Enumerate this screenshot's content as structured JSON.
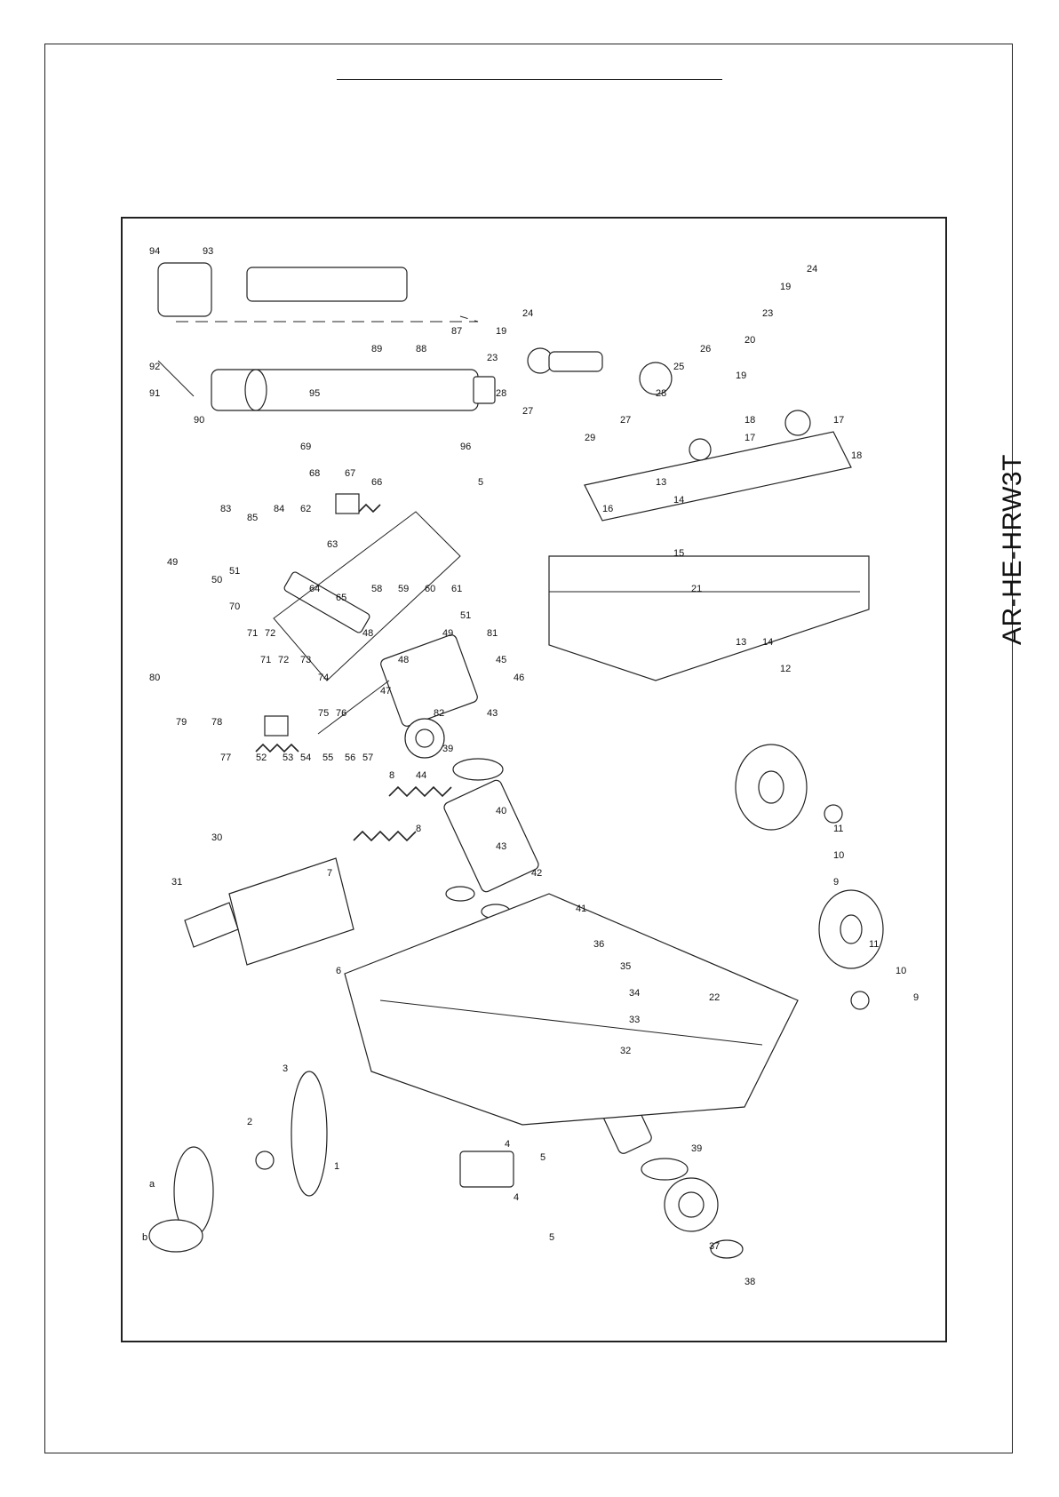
{
  "document": {
    "model_title": "AR-HE-HRW3T",
    "variant_labels": [
      "a",
      "b"
    ]
  },
  "callouts": [
    {
      "id": "c-1",
      "label": "1"
    },
    {
      "id": "c-a",
      "label": "a"
    },
    {
      "id": "c-b",
      "label": "b"
    },
    {
      "id": "c-2",
      "label": "2"
    },
    {
      "id": "c-3",
      "label": "3"
    },
    {
      "id": "c-4a",
      "label": "4"
    },
    {
      "id": "c-5a",
      "label": "5"
    },
    {
      "id": "c-6",
      "label": "6"
    },
    {
      "id": "c-7",
      "label": "7"
    },
    {
      "id": "c-8a",
      "label": "8"
    },
    {
      "id": "c-8b",
      "label": "8"
    },
    {
      "id": "c-4b",
      "label": "4"
    },
    {
      "id": "c-5b",
      "label": "5"
    },
    {
      "id": "c-30",
      "label": "30"
    },
    {
      "id": "c-31a",
      "label": "31"
    },
    {
      "id": "c-32a",
      "label": "32"
    },
    {
      "id": "c-33",
      "label": "33"
    },
    {
      "id": "c-34",
      "label": "34"
    },
    {
      "id": "c-35",
      "label": "35"
    },
    {
      "id": "c-36a",
      "label": "36"
    },
    {
      "id": "c-37",
      "label": "37"
    },
    {
      "id": "c-38",
      "label": "38"
    },
    {
      "id": "c-39a",
      "label": "39"
    },
    {
      "id": "c-41",
      "label": "41"
    },
    {
      "id": "c-42",
      "label": "42"
    },
    {
      "id": "c-43a",
      "label": "43"
    },
    {
      "id": "c-40",
      "label": "40"
    },
    {
      "id": "c-44",
      "label": "44"
    },
    {
      "id": "c-39b",
      "label": "39"
    },
    {
      "id": "c-82",
      "label": "82"
    },
    {
      "id": "c-43b",
      "label": "43"
    },
    {
      "id": "c-46",
      "label": "46"
    },
    {
      "id": "c-47",
      "label": "47"
    },
    {
      "id": "c-48a",
      "label": "48"
    },
    {
      "id": "c-45",
      "label": "45"
    },
    {
      "id": "c-81",
      "label": "81"
    },
    {
      "id": "c-49a",
      "label": "49"
    },
    {
      "id": "c-48b",
      "label": "48"
    },
    {
      "id": "c-57",
      "label": "57"
    },
    {
      "id": "c-56a",
      "label": "56"
    },
    {
      "id": "c-55",
      "label": "55"
    },
    {
      "id": "c-54",
      "label": "54"
    },
    {
      "id": "c-53",
      "label": "53"
    },
    {
      "id": "c-52",
      "label": "52"
    },
    {
      "id": "c-77",
      "label": "77"
    },
    {
      "id": "c-78",
      "label": "78"
    },
    {
      "id": "c-79",
      "label": "79"
    },
    {
      "id": "c-80",
      "label": "80"
    },
    {
      "id": "c-76",
      "label": "76"
    },
    {
      "id": "c-75",
      "label": "75"
    },
    {
      "id": "c-74",
      "label": "74"
    },
    {
      "id": "c-73",
      "label": "73"
    },
    {
      "id": "c-72a",
      "label": "72"
    },
    {
      "id": "c-71a",
      "label": "71"
    },
    {
      "id": "c-72b",
      "label": "72"
    },
    {
      "id": "c-71b",
      "label": "71"
    },
    {
      "id": "c-70",
      "label": "70"
    },
    {
      "id": "c-50",
      "label": "50"
    },
    {
      "id": "c-51a",
      "label": "51"
    },
    {
      "id": "c-49b",
      "label": "49"
    },
    {
      "id": "c-83",
      "label": "83"
    },
    {
      "id": "c-85",
      "label": "85"
    },
    {
      "id": "c-84",
      "label": "84"
    },
    {
      "id": "c-62",
      "label": "62"
    },
    {
      "id": "c-63",
      "label": "63"
    },
    {
      "id": "c-64",
      "label": "64"
    },
    {
      "id": "c-65",
      "label": "65"
    },
    {
      "id": "c-58",
      "label": "58"
    },
    {
      "id": "c-59",
      "label": "59"
    },
    {
      "id": "c-60",
      "label": "60"
    },
    {
      "id": "c-61",
      "label": "61"
    },
    {
      "id": "c-51b",
      "label": "51"
    },
    {
      "id": "c-66",
      "label": "66"
    },
    {
      "id": "c-67",
      "label": "67"
    },
    {
      "id": "c-68",
      "label": "68"
    },
    {
      "id": "c-69",
      "label": "69"
    },
    {
      "id": "c-95",
      "label": "95"
    },
    {
      "id": "c-96",
      "label": "96"
    },
    {
      "id": "c-89",
      "label": "89"
    },
    {
      "id": "c-88",
      "label": "88"
    },
    {
      "id": "c-87",
      "label": "87"
    },
    {
      "id": "c-5c",
      "label": "5"
    },
    {
      "id": "c-91",
      "label": "91"
    },
    {
      "id": "c-92",
      "label": "92"
    },
    {
      "id": "c-90",
      "label": "90"
    },
    {
      "id": "c-94",
      "label": "94"
    },
    {
      "id": "c-93",
      "label": "93"
    },
    {
      "id": "c-22",
      "label": "22"
    },
    {
      "id": "c-9a",
      "label": "9"
    },
    {
      "id": "c-10a",
      "label": "10"
    },
    {
      "id": "c-11a",
      "label": "11"
    },
    {
      "id": "c-14a",
      "label": "14"
    },
    {
      "id": "c-13a",
      "label": "13"
    },
    {
      "id": "c-12",
      "label": "12"
    },
    {
      "id": "c-9b",
      "label": "9"
    },
    {
      "id": "c-10b",
      "label": "10"
    },
    {
      "id": "c-11b",
      "label": "11"
    },
    {
      "id": "c-15",
      "label": "15"
    },
    {
      "id": "c-21",
      "label": "21"
    },
    {
      "id": "c-13b",
      "label": "13"
    },
    {
      "id": "c-14b",
      "label": "14"
    },
    {
      "id": "c-16",
      "label": "16"
    },
    {
      "id": "c-17a",
      "label": "17"
    },
    {
      "id": "c-18a",
      "label": "18"
    },
    {
      "id": "c-17b",
      "label": "17"
    },
    {
      "id": "c-18b",
      "label": "18"
    },
    {
      "id": "c-23a",
      "label": "23"
    },
    {
      "id": "c-19a",
      "label": "19"
    },
    {
      "id": "c-24a",
      "label": "24"
    },
    {
      "id": "c-28a",
      "label": "28"
    },
    {
      "id": "c-27a",
      "label": "27"
    },
    {
      "id": "c-29",
      "label": "29"
    },
    {
      "id": "c-27b",
      "label": "27"
    },
    {
      "id": "c-28b",
      "label": "28"
    },
    {
      "id": "c-25",
      "label": "25"
    },
    {
      "id": "c-26",
      "label": "26"
    },
    {
      "id": "c-19b",
      "label": "19"
    },
    {
      "id": "c-20",
      "label": "20"
    },
    {
      "id": "c-23b",
      "label": "23"
    },
    {
      "id": "c-19c",
      "label": "19"
    },
    {
      "id": "c-24b",
      "label": "24"
    }
  ]
}
